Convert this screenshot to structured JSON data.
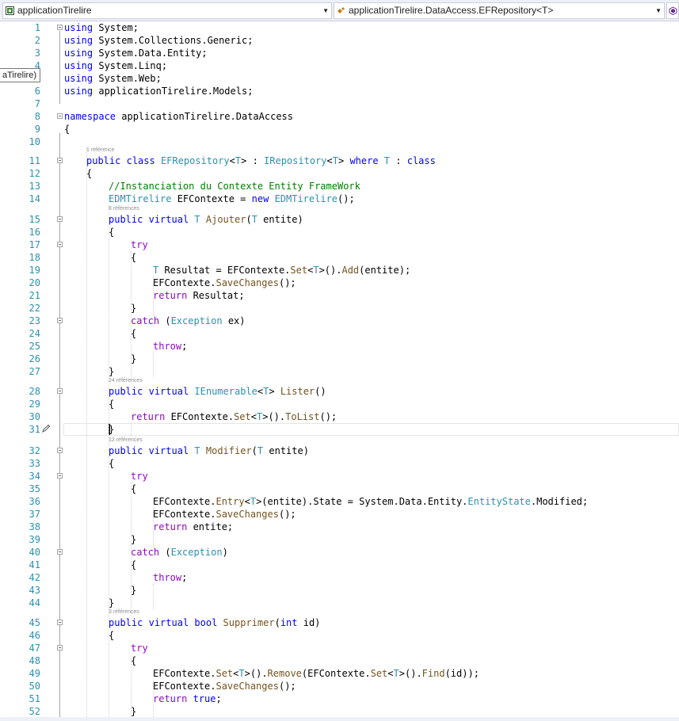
{
  "navbar": {
    "project_dropdown": {
      "label": "applicationTirelire",
      "icon": "csharp-project-icon"
    },
    "type_dropdown": {
      "label": "applicationTirelire.DataAccess.EFRepository<T>",
      "icon": "class-icon"
    },
    "member_dropdown": {
      "icon": "member-icon"
    }
  },
  "tooltip": "aTirelire)",
  "colors": {
    "keyword": "#0000ff",
    "type": "#2b91af",
    "comment": "#008000",
    "control": "#8f08c4",
    "method": "#74531f",
    "line_number": "#2b91af"
  },
  "lenses": {
    "l11": "1 référence",
    "l15": "8 références",
    "l28": "24 références",
    "l32": "12 références",
    "l45": "3 références"
  },
  "code_lines": [
    {
      "n": "1",
      "indent": 0,
      "tokens": [
        [
          "kw",
          "using"
        ],
        [
          "tx",
          " System;"
        ]
      ]
    },
    {
      "n": "2",
      "indent": 0,
      "tokens": [
        [
          "kw",
          "using"
        ],
        [
          "tx",
          " System.Collections.Generic;"
        ]
      ]
    },
    {
      "n": "3",
      "indent": 0,
      "tokens": [
        [
          "kw",
          "using"
        ],
        [
          "tx",
          " System.Data.Entity;"
        ]
      ]
    },
    {
      "n": "4",
      "indent": 0,
      "tokens": [
        [
          "kw",
          "using"
        ],
        [
          "tx",
          " System.Linq;"
        ]
      ]
    },
    {
      "n": "5",
      "indent": 0,
      "tokens": [
        [
          "kw",
          "using"
        ],
        [
          "tx",
          " System.Web;"
        ]
      ]
    },
    {
      "n": "6",
      "indent": 0,
      "tokens": [
        [
          "kw",
          "using"
        ],
        [
          "tx",
          " applicationTirelire.Models;"
        ]
      ]
    },
    {
      "n": "7",
      "indent": 0,
      "tokens": []
    },
    {
      "n": "8",
      "indent": 0,
      "tokens": [
        [
          "kw",
          "namespace"
        ],
        [
          "tx",
          " applicationTirelire.DataAccess"
        ]
      ]
    },
    {
      "n": "9",
      "indent": 0,
      "tokens": [
        [
          "tx",
          "{"
        ]
      ]
    },
    {
      "n": "10",
      "indent": 0,
      "tokens": []
    },
    {
      "n": "11",
      "indent": 1,
      "tokens": [
        [
          "kw",
          "public"
        ],
        [
          "tx",
          " "
        ],
        [
          "kw",
          "class"
        ],
        [
          "tx",
          " "
        ],
        [
          "ty",
          "EFRepository"
        ],
        [
          "tx",
          "<"
        ],
        [
          "ty",
          "T"
        ],
        [
          "tx",
          "> : "
        ],
        [
          "ty",
          "IRepository"
        ],
        [
          "tx",
          "<"
        ],
        [
          "ty",
          "T"
        ],
        [
          "tx",
          "> "
        ],
        [
          "kw",
          "where"
        ],
        [
          "tx",
          " "
        ],
        [
          "ty",
          "T"
        ],
        [
          "tx",
          " : "
        ],
        [
          "kw",
          "class"
        ]
      ]
    },
    {
      "n": "12",
      "indent": 1,
      "tokens": [
        [
          "tx",
          "{"
        ]
      ]
    },
    {
      "n": "13",
      "indent": 2,
      "tokens": [
        [
          "cm",
          "//Instanciation du Contexte Entity FrameWork"
        ]
      ]
    },
    {
      "n": "14",
      "indent": 2,
      "tokens": [
        [
          "ty",
          "EDMTirelire"
        ],
        [
          "tx",
          " EFContexte = "
        ],
        [
          "kw",
          "new"
        ],
        [
          "tx",
          " "
        ],
        [
          "ty",
          "EDMTirelire"
        ],
        [
          "tx",
          "();"
        ]
      ]
    },
    {
      "n": "15",
      "indent": 2,
      "tokens": [
        [
          "kw",
          "public"
        ],
        [
          "tx",
          " "
        ],
        [
          "kw",
          "virtual"
        ],
        [
          "tx",
          " "
        ],
        [
          "ty",
          "T"
        ],
        [
          "tx",
          " "
        ],
        [
          "mt",
          "Ajouter"
        ],
        [
          "tx",
          "("
        ],
        [
          "ty",
          "T"
        ],
        [
          "tx",
          " entite)"
        ]
      ]
    },
    {
      "n": "16",
      "indent": 2,
      "tokens": [
        [
          "tx",
          "{"
        ]
      ]
    },
    {
      "n": "17",
      "indent": 3,
      "tokens": [
        [
          "fl",
          "try"
        ]
      ]
    },
    {
      "n": "18",
      "indent": 3,
      "tokens": [
        [
          "tx",
          "{"
        ]
      ]
    },
    {
      "n": "19",
      "indent": 4,
      "tokens": [
        [
          "ty",
          "T"
        ],
        [
          "tx",
          " Resultat = EFContexte."
        ],
        [
          "mt",
          "Set"
        ],
        [
          "tx",
          "<"
        ],
        [
          "ty",
          "T"
        ],
        [
          "tx",
          ">()."
        ],
        [
          "mt",
          "Add"
        ],
        [
          "tx",
          "(entite);"
        ]
      ]
    },
    {
      "n": "20",
      "indent": 4,
      "tokens": [
        [
          "tx",
          "EFContexte."
        ],
        [
          "mt",
          "SaveChanges"
        ],
        [
          "tx",
          "();"
        ]
      ]
    },
    {
      "n": "21",
      "indent": 4,
      "tokens": [
        [
          "fl",
          "return"
        ],
        [
          "tx",
          " Resultat;"
        ]
      ]
    },
    {
      "n": "22",
      "indent": 3,
      "tokens": [
        [
          "tx",
          "}"
        ]
      ]
    },
    {
      "n": "23",
      "indent": 3,
      "tokens": [
        [
          "fl",
          "catch"
        ],
        [
          "tx",
          " ("
        ],
        [
          "ty",
          "Exception"
        ],
        [
          "tx",
          " ex)"
        ]
      ]
    },
    {
      "n": "24",
      "indent": 3,
      "tokens": [
        [
          "tx",
          "{"
        ]
      ]
    },
    {
      "n": "25",
      "indent": 4,
      "tokens": [
        [
          "fl",
          "throw"
        ],
        [
          "tx",
          ";"
        ]
      ]
    },
    {
      "n": "26",
      "indent": 3,
      "tokens": [
        [
          "tx",
          "}"
        ]
      ]
    },
    {
      "n": "27",
      "indent": 2,
      "tokens": [
        [
          "tx",
          "}"
        ]
      ]
    },
    {
      "n": "28",
      "indent": 2,
      "tokens": [
        [
          "kw",
          "public"
        ],
        [
          "tx",
          " "
        ],
        [
          "kw",
          "virtual"
        ],
        [
          "tx",
          " "
        ],
        [
          "ty",
          "IEnumerable"
        ],
        [
          "tx",
          "<"
        ],
        [
          "ty",
          "T"
        ],
        [
          "tx",
          "> "
        ],
        [
          "mt",
          "Lister"
        ],
        [
          "tx",
          "()"
        ]
      ]
    },
    {
      "n": "29",
      "indent": 2,
      "tokens": [
        [
          "tx",
          "{"
        ]
      ]
    },
    {
      "n": "30",
      "indent": 3,
      "tokens": [
        [
          "fl",
          "return"
        ],
        [
          "tx",
          " EFContexte."
        ],
        [
          "mt",
          "Set"
        ],
        [
          "tx",
          "<"
        ],
        [
          "ty",
          "T"
        ],
        [
          "tx",
          ">()."
        ],
        [
          "mt",
          "ToList"
        ],
        [
          "tx",
          "();"
        ]
      ]
    },
    {
      "n": "31",
      "indent": 2,
      "tokens": [
        [
          "tx",
          "}"
        ]
      ]
    },
    {
      "n": "32",
      "indent": 2,
      "tokens": [
        [
          "kw",
          "public"
        ],
        [
          "tx",
          " "
        ],
        [
          "kw",
          "virtual"
        ],
        [
          "tx",
          " "
        ],
        [
          "ty",
          "T"
        ],
        [
          "tx",
          " "
        ],
        [
          "mt",
          "Modifier"
        ],
        [
          "tx",
          "("
        ],
        [
          "ty",
          "T"
        ],
        [
          "tx",
          " entite)"
        ]
      ]
    },
    {
      "n": "33",
      "indent": 2,
      "tokens": [
        [
          "tx",
          "{"
        ]
      ]
    },
    {
      "n": "34",
      "indent": 3,
      "tokens": [
        [
          "fl",
          "try"
        ]
      ]
    },
    {
      "n": "35",
      "indent": 3,
      "tokens": [
        [
          "tx",
          "{"
        ]
      ]
    },
    {
      "n": "36",
      "indent": 4,
      "tokens": [
        [
          "tx",
          "EFContexte."
        ],
        [
          "mt",
          "Entry"
        ],
        [
          "tx",
          "<"
        ],
        [
          "ty",
          "T"
        ],
        [
          "tx",
          ">(entite).State = System.Data.Entity."
        ],
        [
          "ty",
          "EntityState"
        ],
        [
          "tx",
          ".Modified;"
        ]
      ]
    },
    {
      "n": "37",
      "indent": 4,
      "tokens": [
        [
          "tx",
          "EFContexte."
        ],
        [
          "mt",
          "SaveChanges"
        ],
        [
          "tx",
          "();"
        ]
      ]
    },
    {
      "n": "38",
      "indent": 4,
      "tokens": [
        [
          "fl",
          "return"
        ],
        [
          "tx",
          " entite;"
        ]
      ]
    },
    {
      "n": "39",
      "indent": 3,
      "tokens": [
        [
          "tx",
          "}"
        ]
      ]
    },
    {
      "n": "40",
      "indent": 3,
      "tokens": [
        [
          "fl",
          "catch"
        ],
        [
          "tx",
          " ("
        ],
        [
          "ty",
          "Exception"
        ],
        [
          "tx",
          ")"
        ]
      ]
    },
    {
      "n": "41",
      "indent": 3,
      "tokens": [
        [
          "tx",
          "{"
        ]
      ]
    },
    {
      "n": "42",
      "indent": 4,
      "tokens": [
        [
          "fl",
          "throw"
        ],
        [
          "tx",
          ";"
        ]
      ]
    },
    {
      "n": "43",
      "indent": 3,
      "tokens": [
        [
          "tx",
          "}"
        ]
      ]
    },
    {
      "n": "44",
      "indent": 2,
      "tokens": [
        [
          "tx",
          "}"
        ]
      ]
    },
    {
      "n": "45",
      "indent": 2,
      "tokens": [
        [
          "kw",
          "public"
        ],
        [
          "tx",
          " "
        ],
        [
          "kw",
          "virtual"
        ],
        [
          "tx",
          " "
        ],
        [
          "kw",
          "bool"
        ],
        [
          "tx",
          " "
        ],
        [
          "mt",
          "Supprimer"
        ],
        [
          "tx",
          "("
        ],
        [
          "kw",
          "int"
        ],
        [
          "tx",
          " id)"
        ]
      ]
    },
    {
      "n": "46",
      "indent": 2,
      "tokens": [
        [
          "tx",
          "{"
        ]
      ]
    },
    {
      "n": "47",
      "indent": 3,
      "tokens": [
        [
          "fl",
          "try"
        ]
      ]
    },
    {
      "n": "48",
      "indent": 3,
      "tokens": [
        [
          "tx",
          "{"
        ]
      ]
    },
    {
      "n": "49",
      "indent": 4,
      "tokens": [
        [
          "tx",
          "EFContexte."
        ],
        [
          "mt",
          "Set"
        ],
        [
          "tx",
          "<"
        ],
        [
          "ty",
          "T"
        ],
        [
          "tx",
          ">()."
        ],
        [
          "mt",
          "Remove"
        ],
        [
          "tx",
          "(EFContexte."
        ],
        [
          "mt",
          "Set"
        ],
        [
          "tx",
          "<"
        ],
        [
          "ty",
          "T"
        ],
        [
          "tx",
          ">()."
        ],
        [
          "mt",
          "Find"
        ],
        [
          "tx",
          "(id));"
        ]
      ]
    },
    {
      "n": "50",
      "indent": 4,
      "tokens": [
        [
          "tx",
          "EFContexte."
        ],
        [
          "mt",
          "SaveChanges"
        ],
        [
          "tx",
          "();"
        ]
      ]
    },
    {
      "n": "51",
      "indent": 4,
      "tokens": [
        [
          "fl",
          "return"
        ],
        [
          "tx",
          " "
        ],
        [
          "kw",
          "true"
        ],
        [
          "tx",
          ";"
        ]
      ]
    },
    {
      "n": "52",
      "indent": 3,
      "tokens": [
        [
          "tx",
          "}"
        ]
      ]
    }
  ]
}
